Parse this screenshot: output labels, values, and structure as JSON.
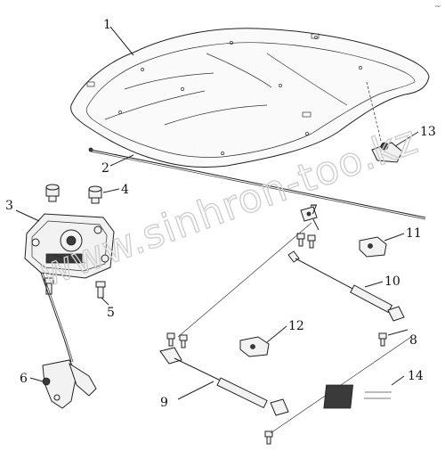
{
  "watermark": "www.sinhron-too.kz",
  "corner_mark": "~",
  "parts": [
    {
      "id": "hood-panel",
      "callout": "1"
    },
    {
      "id": "hood-prop-rod",
      "callout": "2"
    },
    {
      "id": "hood-latch",
      "callout": "3"
    },
    {
      "id": "bump-stop",
      "callout": "4"
    },
    {
      "id": "latch-bolt",
      "callout": "5"
    },
    {
      "id": "release-handle",
      "callout": "6"
    },
    {
      "id": "prop-rod-clip",
      "callout": "7"
    },
    {
      "id": "strut-bolt",
      "callout": "8"
    },
    {
      "id": "gas-strut-left",
      "callout": "9"
    },
    {
      "id": "gas-strut-right",
      "callout": "10"
    },
    {
      "id": "strut-bracket-right",
      "callout": "11"
    },
    {
      "id": "strut-bracket-left",
      "callout": "12"
    },
    {
      "id": "hood-clip",
      "callout": "13"
    },
    {
      "id": "rubber-pad",
      "callout": "14"
    }
  ]
}
